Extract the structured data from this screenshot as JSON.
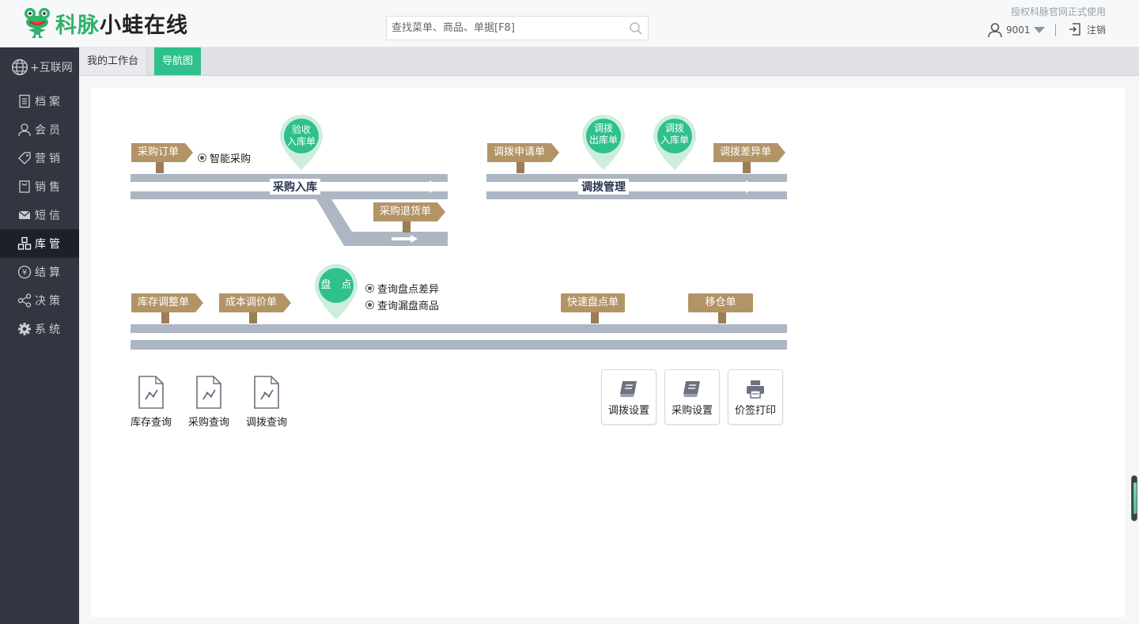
{
  "brand": {
    "name_green": "科脉",
    "name_dark": "小蛙在线",
    "logo_icon": "frog-icon",
    "green": "#2fb36b"
  },
  "search": {
    "placeholder": "查找菜单、商品、单据[F8]",
    "icon": "search-icon"
  },
  "header": {
    "authorized_text": "授权科脉官网正式使用",
    "user_id": "9001",
    "logout_label": "注销"
  },
  "sidebar": {
    "items": [
      {
        "label": "+互联网",
        "icon": "globe-icon"
      },
      {
        "label": "档案",
        "icon": "document-icon"
      },
      {
        "label": "会员",
        "icon": "user-icon"
      },
      {
        "label": "营销",
        "icon": "tag-icon"
      },
      {
        "label": "销售",
        "icon": "bag-icon"
      },
      {
        "label": "短信",
        "icon": "mail-icon"
      },
      {
        "label": "库管",
        "icon": "warehouse-icon",
        "active": true
      },
      {
        "label": "结算",
        "icon": "yen-icon"
      },
      {
        "label": "决策",
        "icon": "share-icon"
      },
      {
        "label": "系统",
        "icon": "gear-icon"
      }
    ],
    "bg": "#323641"
  },
  "tabs": [
    {
      "label": "我的工作台",
      "active": false
    },
    {
      "label": "导航图",
      "active": true,
      "color": "#2fc08c"
    }
  ],
  "nav_map": {
    "purchase": {
      "road_label": "采购入库",
      "sign_order": "采购订单",
      "smart_purchase": "智能采购",
      "pin_receive_l1": "验收",
      "pin_receive_l2": "入库单",
      "sign_return": "采购退货单"
    },
    "transfer": {
      "road_label": "调拨管理",
      "sign_request": "调拨申请单",
      "pin_out_l1": "调拨",
      "pin_out_l2": "出库单",
      "pin_in_l1": "调拨",
      "pin_in_l2": "入库单",
      "sign_diff": "调拨差异单"
    },
    "inventory": {
      "sign_adjust": "库存调整单",
      "sign_cost": "成本调价单",
      "pin_count_l1": "盘　点",
      "check_diff": "查询盘点差异",
      "check_missing": "查询漏盘商品",
      "sign_quick": "快速盘点单",
      "sign_move": "移仓单"
    },
    "queries": [
      "库存查询",
      "采购查询",
      "调拨查询"
    ],
    "tools": [
      {
        "label": "调拨设置",
        "icon": "book-icon"
      },
      {
        "label": "采购设置",
        "icon": "book-icon"
      },
      {
        "label": "价签打印",
        "icon": "printer-icon"
      }
    ],
    "colors": {
      "road": "#adb6c3",
      "sign": "#b39467",
      "pin": "#2fc08c"
    }
  }
}
